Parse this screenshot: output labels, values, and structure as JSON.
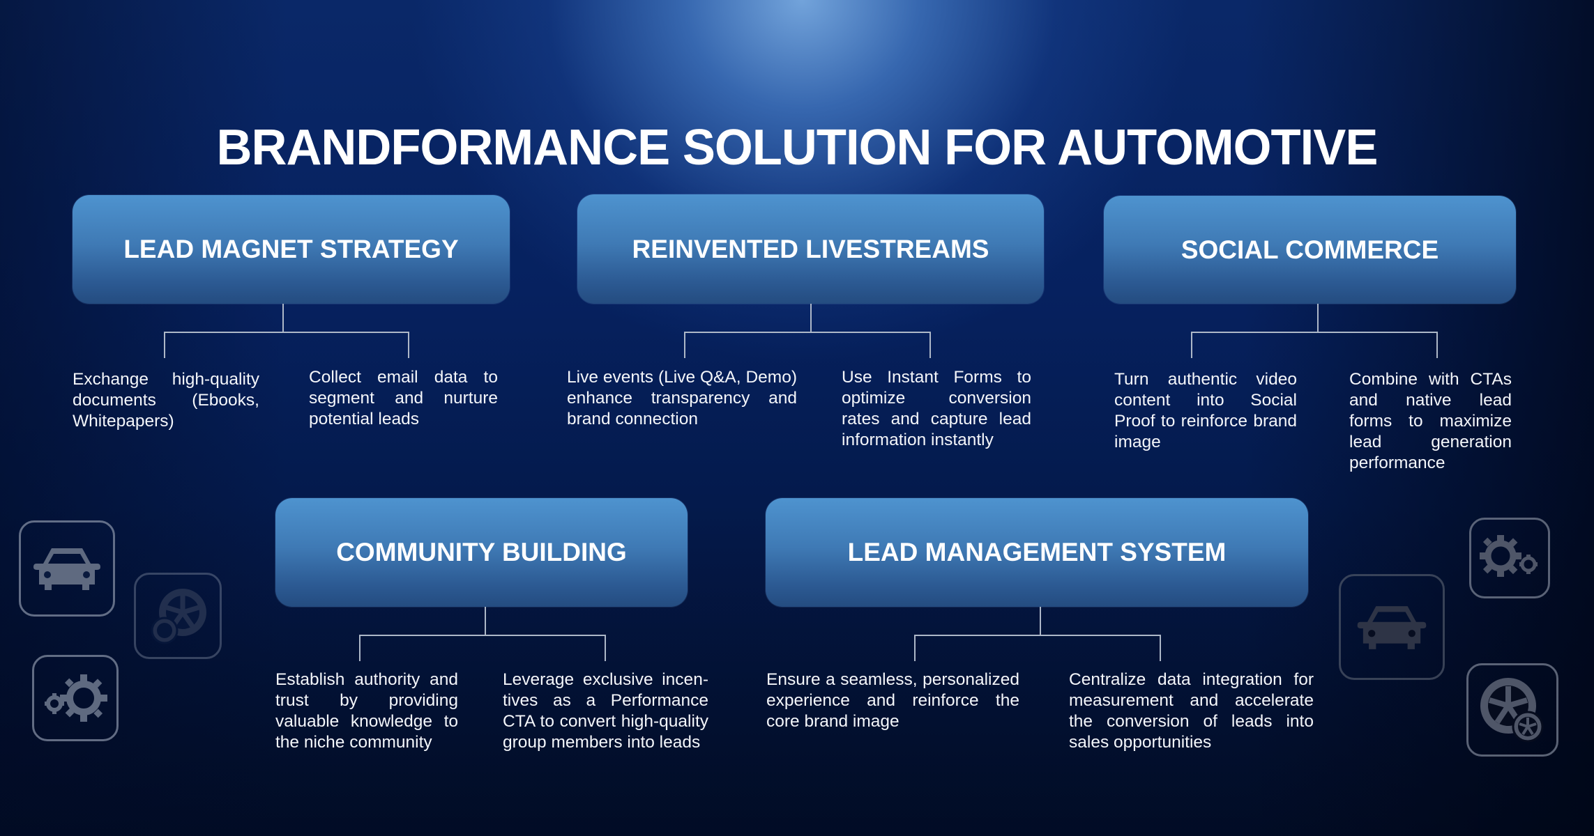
{
  "title": "BRANDFORMANCE SOLUTION FOR AUTOMOTIVE",
  "colors": {
    "background_dark": "#020f2e",
    "background_mid": "#06215f",
    "spotlight": "#78aae1",
    "box_top": "#4e93cf",
    "box_bottom": "#244c80",
    "connector": "#aeb8c8",
    "text": "#ffffff",
    "icon_gray": "#5b6478"
  },
  "solutions": [
    {
      "label": "LEAD MAGNET STRATEGY",
      "points": [
        "Exchange high-quality documents (Ebooks, Whitepapers)",
        "Collect email data to segment and nurture potential leads"
      ]
    },
    {
      "label": "REINVENTED LIVESTREAMS",
      "points": [
        "Live events (Live Q&A, Demo) enhance transparency and brand connection",
        "Use Instant Forms to optimize conversion rates and capture lead information instantly"
      ]
    },
    {
      "label": "SOCIAL COMMERCE",
      "points": [
        "Turn authentic video content into Social Proof to reinforce brand image",
        "Combine with CTAs and native lead forms to maximize lead generation performance"
      ]
    },
    {
      "label": "COMMUNITY BUILDING",
      "points": [
        "Establish authority and trust by providing valuable knowledge to the niche community",
        "Leverage exclusive incen­tives as a Performance CTA to convert high-quality group mem­bers into leads"
      ]
    },
    {
      "label": "LEAD MANAGEMENT SYSTEM",
      "points": [
        "Ensure a seamless, personalized experience and reinforce the core brand image",
        "Centralize data integration for measurement and accelerate the conversion of leads into sales opportunities"
      ]
    }
  ],
  "decorative_icons": {
    "left": [
      "car-icon",
      "wheel-icon",
      "gears-icon"
    ],
    "right": [
      "gears-icon",
      "car-icon",
      "wheel-icon"
    ]
  }
}
